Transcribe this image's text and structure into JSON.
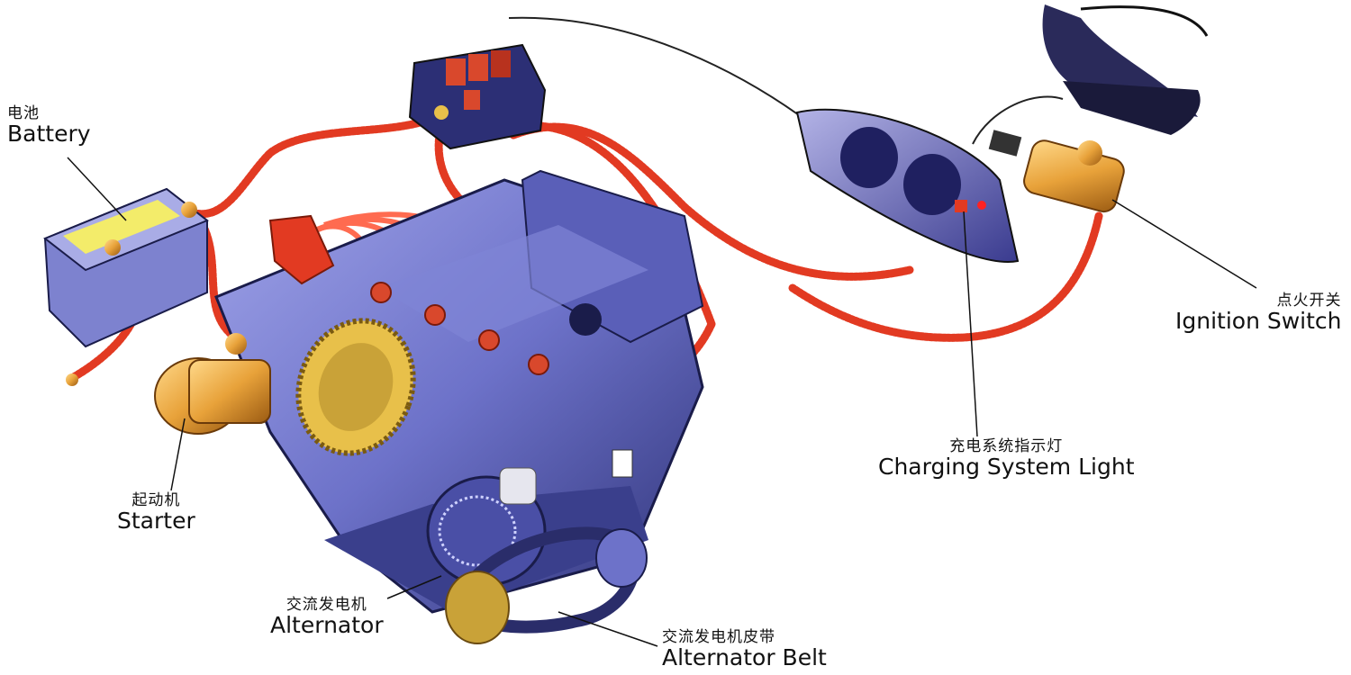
{
  "labels": {
    "battery": {
      "zh": "电池",
      "en": "Battery"
    },
    "starter": {
      "zh": "起动机",
      "en": "Starter"
    },
    "alternator": {
      "zh": "交流发电机",
      "en": "Alternator"
    },
    "alternator_belt": {
      "zh": "交流发电机皮带",
      "en": "Alternator Belt"
    },
    "charging_light": {
      "zh": "充电系统指示灯",
      "en": "Charging System Light"
    },
    "ignition_switch": {
      "zh": "点火开关",
      "en": "Ignition Switch"
    }
  },
  "colors": {
    "wire": "#e23a22",
    "engine": "#6d72c9",
    "engine_dark": "#3a3f8c",
    "brass": "#e8a23a",
    "battery_top": "#f3ec6a",
    "dash": "#4e4fa6"
  }
}
